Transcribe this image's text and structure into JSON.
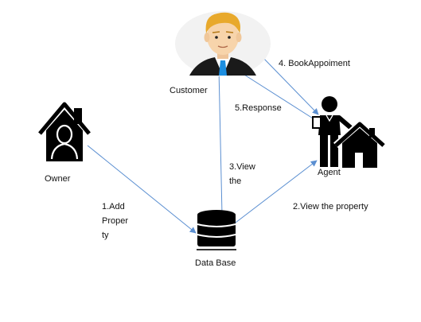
{
  "nodes": {
    "customer": {
      "label": "Customer",
      "icon": "customer-avatar-icon"
    },
    "owner": {
      "label": "Owner",
      "icon": "house-owner-icon"
    },
    "agent": {
      "label": "Agent",
      "icon": "agent-house-icon"
    },
    "database": {
      "label": "Data Base",
      "icon": "database-icon"
    }
  },
  "edges": {
    "add_property": "1.Add\nProper\nty",
    "view_property_agent": "2.View the property",
    "view_the_customer": "3.View\nthe",
    "book_appointment": "4. BookAppoiment",
    "response": "5.Response"
  },
  "colors": {
    "arrow": "#5b8fd1",
    "icon_dark": "#000000",
    "skin": "#f7d4ab",
    "hair": "#e8a92c",
    "suit": "#1a1a1a",
    "shirt": "#ffffff",
    "tie": "#1c8ee0",
    "halo": "#f2f2f2"
  }
}
